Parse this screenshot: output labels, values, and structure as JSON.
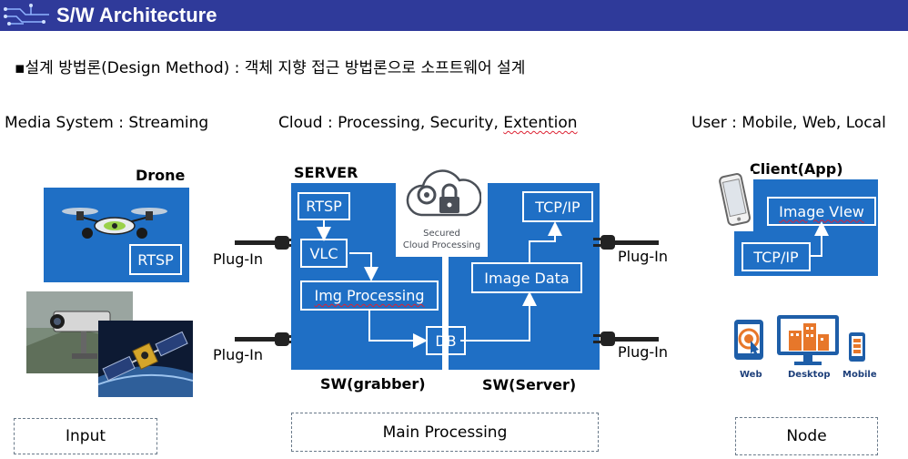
{
  "header": {
    "title": "S/W Architecture"
  },
  "method": {
    "bullet": "▪",
    "text": "설계 방법론(Design Method) : 객체 지향 접근 방법론으로 소프트웨어 설계"
  },
  "columns": {
    "media": "Media System : Streaming",
    "cloud_prefix": "Cloud : Processing, Security, ",
    "cloud_misspelled": "Extention",
    "user": "User : Mobile, Web, Local"
  },
  "input_side": {
    "drone_label": "Drone",
    "drone_rtsp": "RTSP",
    "box_label": "Input"
  },
  "server": {
    "title": "SERVER",
    "rtsp": "RTSP",
    "vlc": "VLC",
    "img_processing": "Img Processing",
    "db": "DB",
    "image_data": "Image Data",
    "tcpip": "TCP/IP",
    "cloud_badge_line1": "Secured",
    "cloud_badge_line2": "Cloud Processing",
    "sw_grabber": "SW(grabber)",
    "sw_server": "SW(Server)",
    "box_label": "Main Processing"
  },
  "plugins": {
    "left_top": "Plug-In",
    "left_bottom": "Plug-In",
    "right_top": "Plug-In",
    "right_bottom": "Plug-In"
  },
  "client": {
    "title": "Client(App)",
    "image_view": "Image VIew",
    "tcpip": "TCP/IP",
    "web": "Web",
    "desktop": "Desktop",
    "mobile": "Mobile",
    "box_label": "Node"
  },
  "colors": {
    "title_bar": "#2f3a9a",
    "box_blue": "#1f6fc5",
    "white": "#ffffff"
  }
}
